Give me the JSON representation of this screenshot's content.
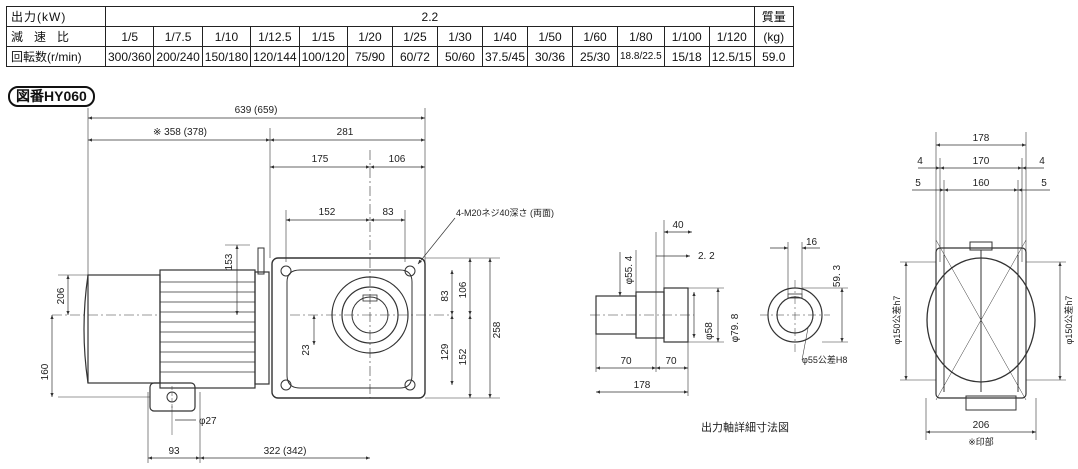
{
  "spec_table": {
    "row_output_label": "出力(kW)",
    "output_value": "2.2",
    "mass_header": "質量",
    "row_ratio_label": "減速比",
    "ratios": [
      "1/5",
      "1/7.5",
      "1/10",
      "1/12.5",
      "1/15",
      "1/20",
      "1/25",
      "1/30",
      "1/40",
      "1/50",
      "1/60",
      "1/80",
      "1/100",
      "1/120"
    ],
    "mass_unit": "(kg)",
    "row_speed_label": "回転数(r/min)",
    "speeds": [
      "300/360",
      "200/240",
      "150/180",
      "120/144",
      "100/120",
      "75/90",
      "60/72",
      "50/60",
      "37.5/45",
      "30/36",
      "25/30",
      "18.8/22.5",
      "15/18",
      "12.5/15"
    ],
    "mass_value": "59.0"
  },
  "drawing": {
    "badge": "図番HY060",
    "front": {
      "overall": "639 (659)",
      "motor_len": "※ 358 (378)",
      "gear_len": "281",
      "dim_175": "175",
      "dim_106_top": "106",
      "dim_152_top": "152",
      "dim_83_top": "83",
      "tap_note": "4-M20ネジ40深さ (両面)",
      "dim_153": "153",
      "dim_206": "206",
      "dim_160": "160",
      "dim_23": "23",
      "dim_83_side": "83",
      "dim_106_side": "106",
      "dim_258": "258",
      "dim_129": "129",
      "dim_152_side": "152",
      "dim_phi27": "φ27",
      "dim_93": "93",
      "dim_322": "322 (342)"
    },
    "shaft": {
      "dim_40": "40",
      "dim_2_2": "2. 2",
      "dim_phi55_4": "φ55. 4",
      "dim_phi58": "φ58",
      "dim_phi79_8": "φ79. 8",
      "dim_70_left": "70",
      "dim_70_right": "70",
      "dim_178": "178",
      "caption": "出力軸詳細寸法図"
    },
    "key": {
      "dim_16": "16",
      "dim_59_3": "59. 3",
      "dim_phi55": "φ55公差H8"
    },
    "side": {
      "dim_178": "178",
      "dim_4_left": "4",
      "dim_170": "170",
      "dim_4_right": "4",
      "dim_5_left": "5",
      "dim_160": "160",
      "dim_5_right": "5",
      "dim_phi150_left": "φ150公差h7",
      "dim_phi150_right": "φ150公差h7",
      "dim_206": "206",
      "note": "※印部"
    }
  }
}
